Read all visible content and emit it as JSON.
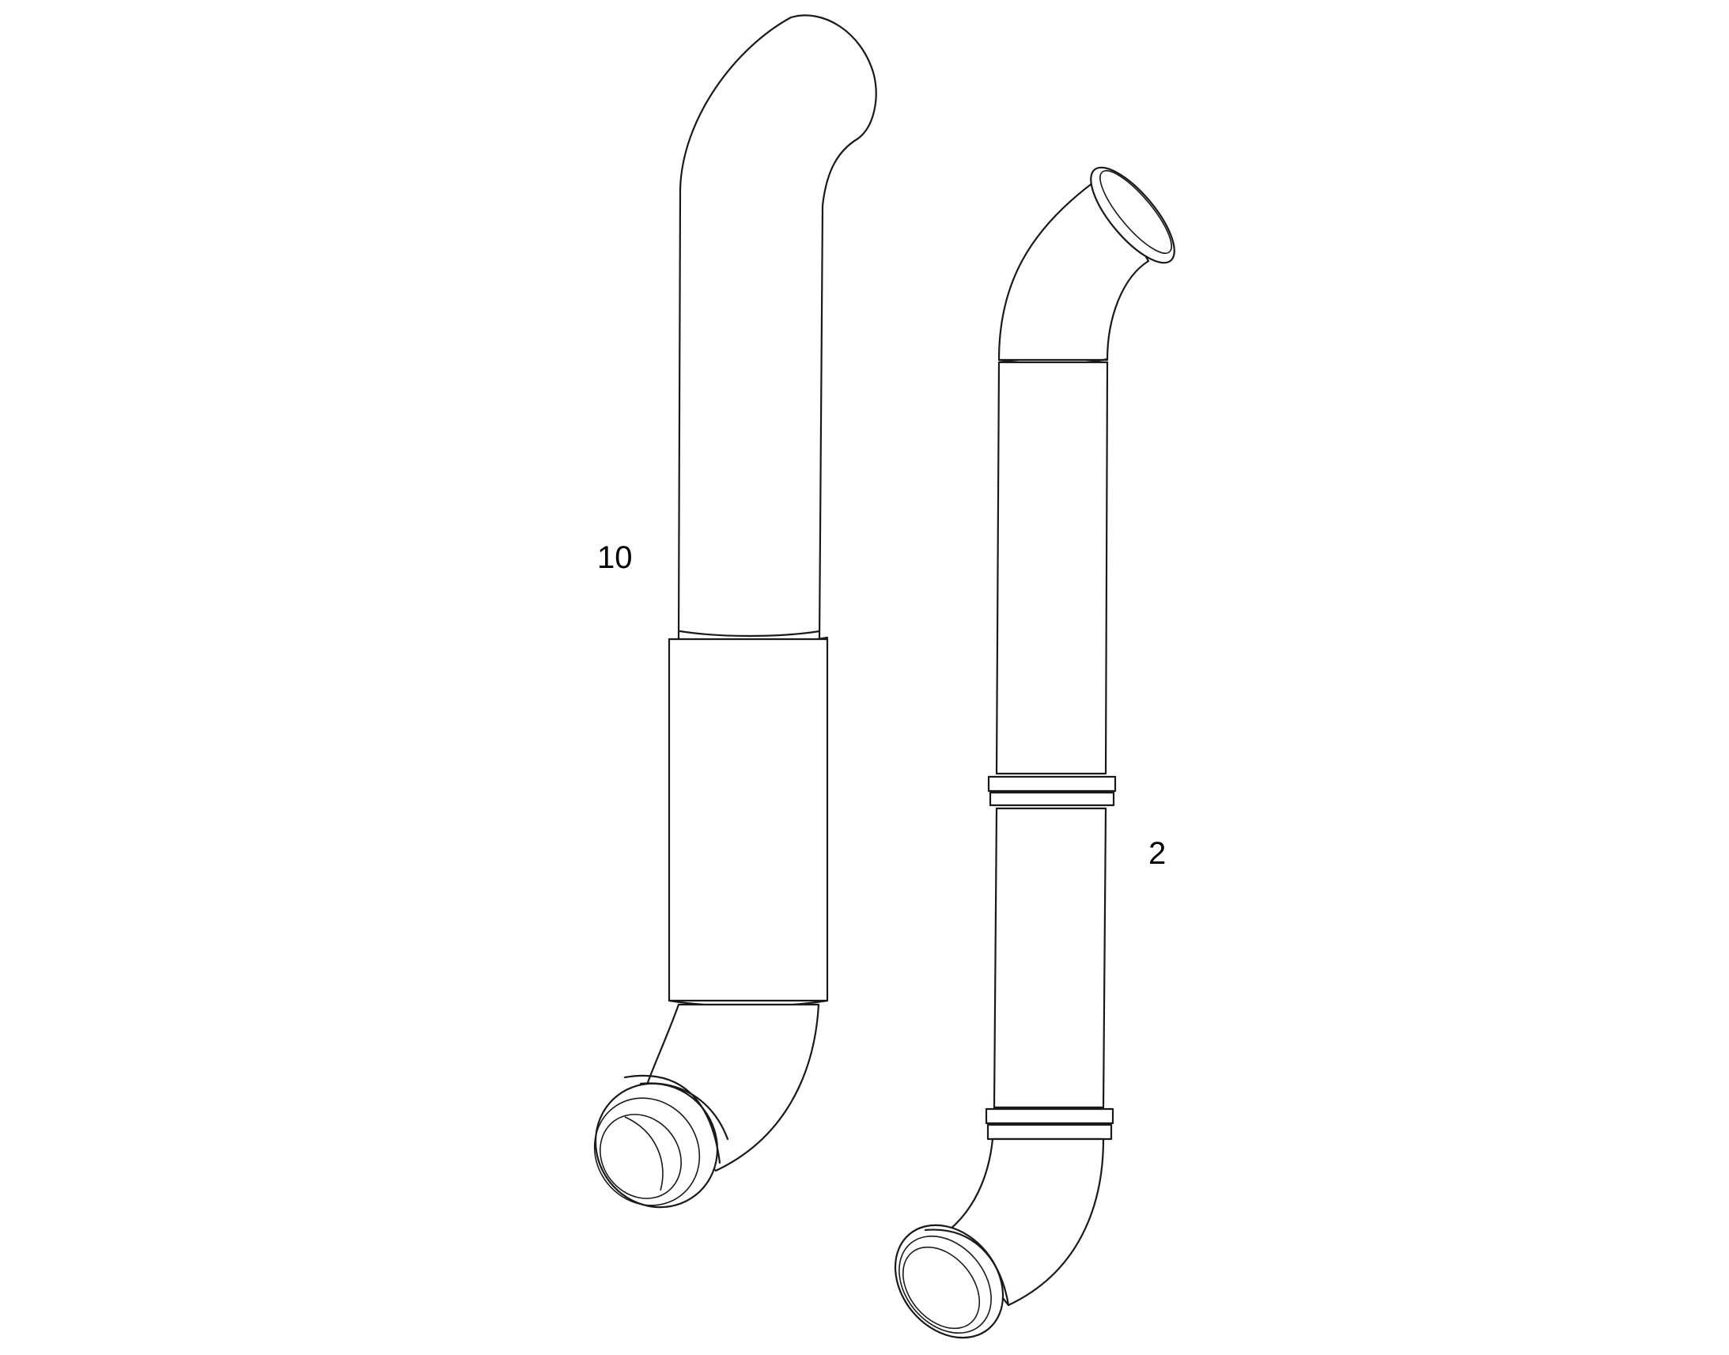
{
  "diagram": {
    "parts": [
      {
        "id": "pipe-left",
        "callout": "10"
      },
      {
        "id": "pipe-right",
        "callout": "2"
      }
    ],
    "colors": {
      "line": "#1a1a1a",
      "background": "#ffffff",
      "text": "#000000"
    }
  }
}
